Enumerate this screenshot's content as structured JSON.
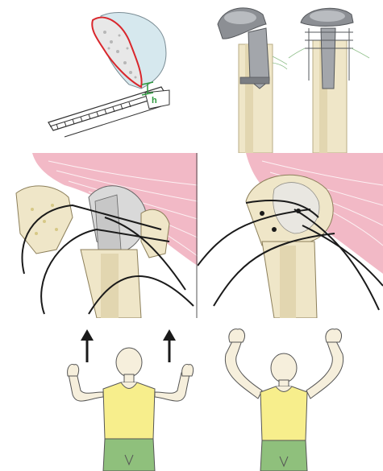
{
  "figure": {
    "panels": [
      {
        "id": "a",
        "subject": "humeral-head-resection-guide"
      },
      {
        "id": "b",
        "subject": "prosthesis-with-fin-and-cerclage"
      },
      {
        "id": "c",
        "subject": "tuberosity-suture-passage"
      },
      {
        "id": "d",
        "subject": "tuberosity-fixation-tied"
      },
      {
        "id": "e",
        "subject": "patient-arms-raised-up-arrows"
      },
      {
        "id": "f",
        "subject": "patient-arms-overhead"
      }
    ],
    "annotations": {
      "height_marker": "h"
    },
    "colors": {
      "bone": "#efe6c8",
      "bone_shaft": "#e2d6b0",
      "muscle": "#f2b9c6",
      "cartilage": "#d6e8ee",
      "resection_line": "#d9262c",
      "marker_green": "#2e9a3e",
      "metal": "#8c8f94",
      "shirt": "#f7ee8c",
      "pants": "#8fc07c",
      "skin": "#f6efdc"
    }
  }
}
